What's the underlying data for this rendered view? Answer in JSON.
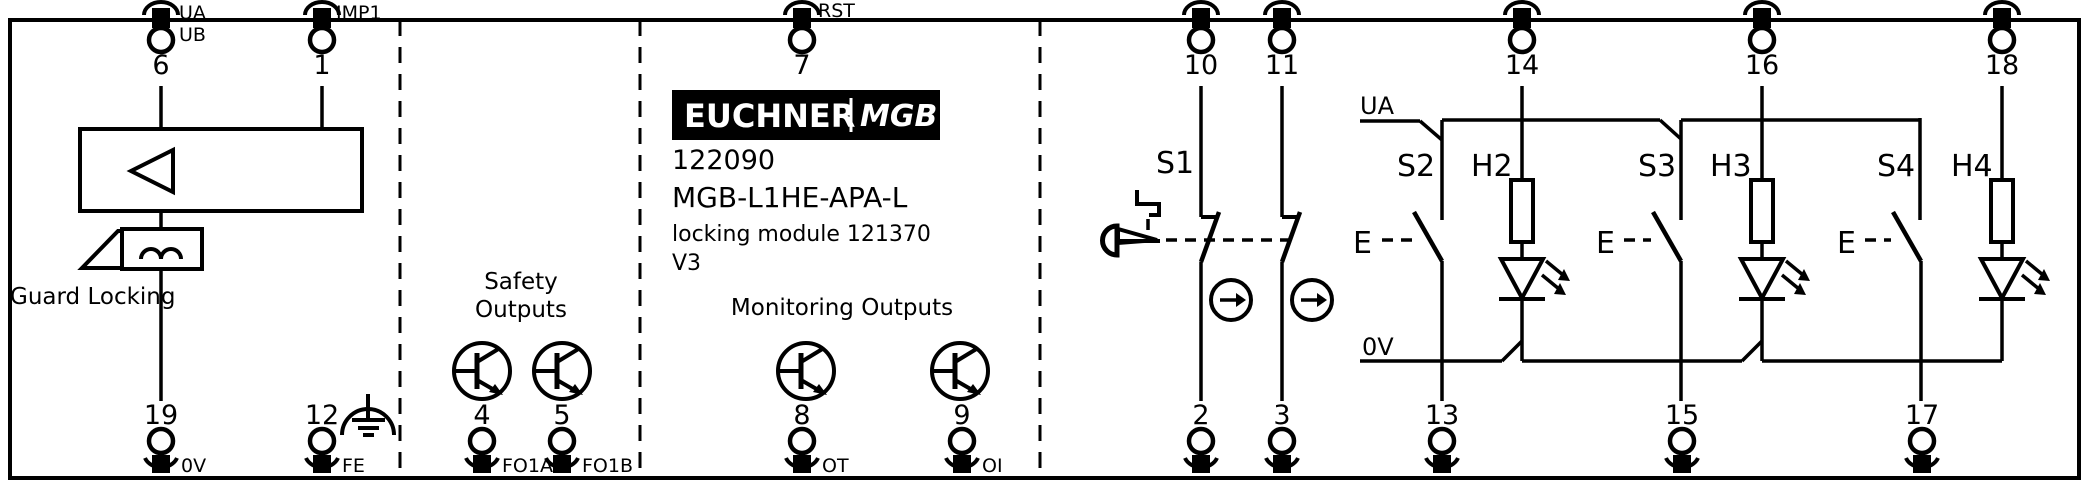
{
  "colors": {
    "line": "#000000",
    "background": "#ffffff",
    "logo_bg": "#000000",
    "logo_text": "#ffffff"
  },
  "logo": {
    "brand": "EUCHNER",
    "series": "MGB"
  },
  "product": {
    "article": "122090",
    "type": "MGB-L1HE-APA-L",
    "description": "locking module 121370",
    "version": "V3"
  },
  "sections": {
    "guard_locking": "Guard Locking",
    "safety_outputs_line1": "Safety",
    "safety_outputs_line2": "Outputs",
    "monitoring_outputs": "Monitoring Outputs"
  },
  "rails": {
    "ua": "UA",
    "zero_v": "0V"
  },
  "switches": {
    "s1": "S1",
    "s2": "S2",
    "s3": "S3",
    "s4": "S4"
  },
  "lamps": {
    "h2": "H2",
    "h3": "H3",
    "h4": "H4"
  },
  "actuation": {
    "s2": "E",
    "s3": "E",
    "s4": "E"
  },
  "terminals": {
    "top": [
      {
        "number": "6",
        "label1": "UA",
        "label2": "UB"
      },
      {
        "number": "1",
        "label1": "IMP1"
      },
      {
        "number": "7",
        "label1": "RST"
      },
      {
        "number": "10"
      },
      {
        "number": "11"
      },
      {
        "number": "14"
      },
      {
        "number": "16"
      },
      {
        "number": "18"
      }
    ],
    "bottom": [
      {
        "number": "19",
        "label": "0V"
      },
      {
        "number": "12",
        "label": "FE"
      },
      {
        "number": "4",
        "label": "FO1A"
      },
      {
        "number": "5",
        "label": "FO1B"
      },
      {
        "number": "8",
        "label": "OT"
      },
      {
        "number": "9",
        "label": "OI"
      },
      {
        "number": "2"
      },
      {
        "number": "3"
      },
      {
        "number": "13"
      },
      {
        "number": "15"
      },
      {
        "number": "17"
      }
    ]
  }
}
